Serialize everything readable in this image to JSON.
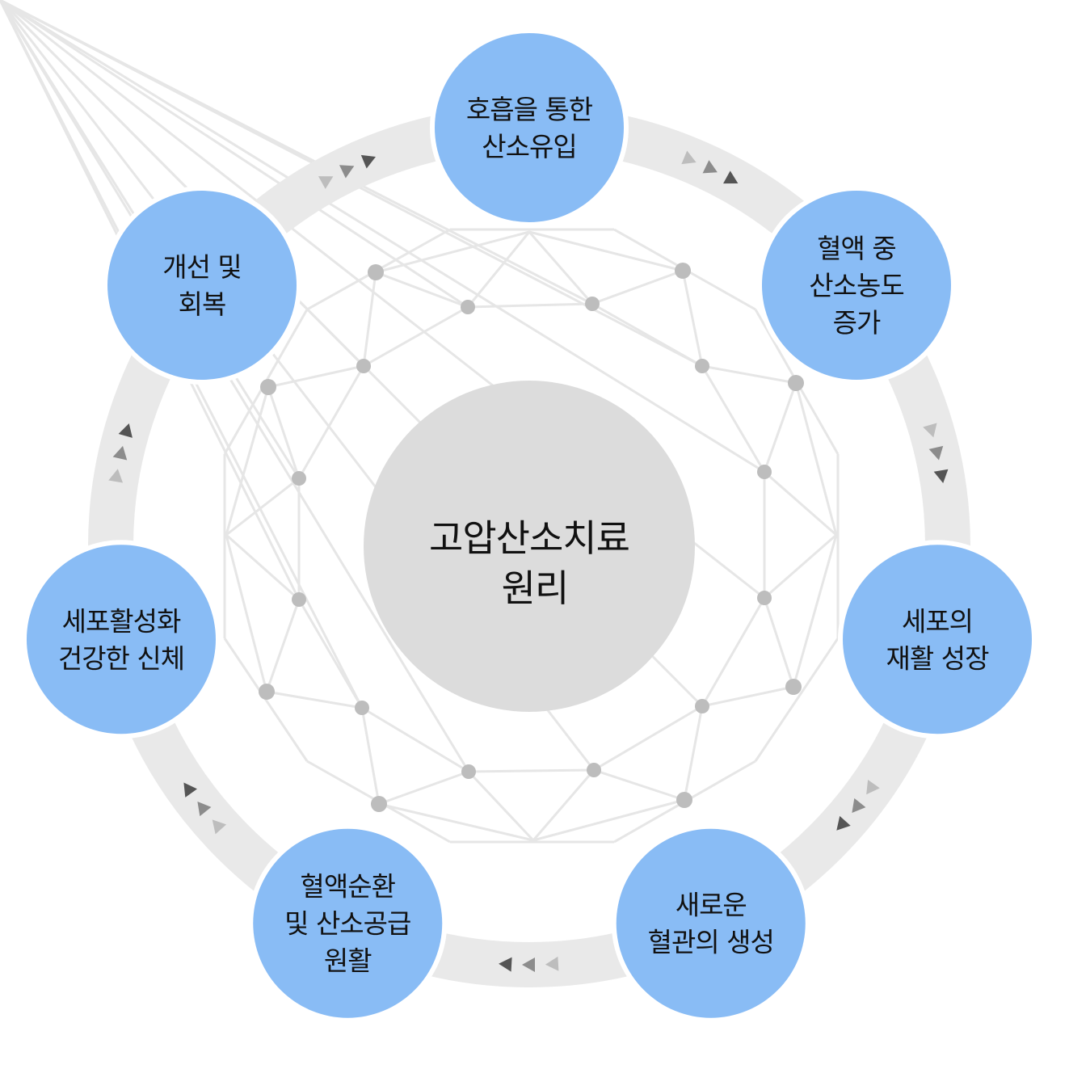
{
  "center": {
    "lines": [
      "고압산소치료",
      "원리"
    ]
  },
  "steps": [
    {
      "lines": [
        "호흡을 통한",
        "산소유입"
      ]
    },
    {
      "lines": [
        "혈액 중",
        "산소농도",
        "증가"
      ]
    },
    {
      "lines": [
        "세포의",
        "재활 성장"
      ]
    },
    {
      "lines": [
        "새로운",
        "혈관의 생성"
      ]
    },
    {
      "lines": [
        "혈액순환",
        "및 산소공급",
        "원활"
      ]
    },
    {
      "lines": [
        "세포활성화",
        "건강한 신체"
      ]
    },
    {
      "lines": [
        "개선 및",
        "회복"
      ]
    }
  ],
  "colors": {
    "step_fill": "#89bcf5",
    "center_fill": "#dcdcdc",
    "ring": "#e9e9e9",
    "network": "#e6e6e6",
    "network_node": "#bdbdbd",
    "arrow_shades": [
      "#bdbdbd",
      "#8c8c8c",
      "#555555"
    ]
  }
}
